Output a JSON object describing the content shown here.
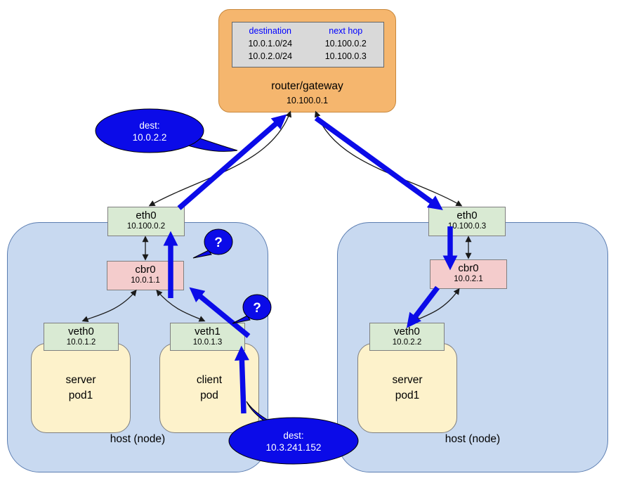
{
  "router": {
    "label": "router/gateway",
    "ip": "10.100.0.1",
    "table": {
      "headers": [
        "destination",
        "next hop"
      ],
      "rows": [
        [
          "10.0.1.0/24",
          "10.100.0.2"
        ],
        [
          "10.0.2.0/24",
          "10.100.0.3"
        ]
      ]
    }
  },
  "left_host": {
    "label": "host (node)",
    "eth0": {
      "label": "eth0",
      "ip": "10.100.0.2"
    },
    "cbr0": {
      "label": "cbr0",
      "ip": "10.0.1.1"
    },
    "veth0": {
      "label": "veth0",
      "ip": "10.0.1.2"
    },
    "veth1": {
      "label": "veth1",
      "ip": "10.0.1.3"
    },
    "server_pod": {
      "line1": "server",
      "line2": "pod1"
    },
    "client_pod": {
      "line1": "client",
      "line2": "pod"
    }
  },
  "right_host": {
    "label": "host (node)",
    "eth0": {
      "label": "eth0",
      "ip": "10.100.0.3"
    },
    "cbr0": {
      "label": "cbr0",
      "ip": "10.0.2.1"
    },
    "veth0": {
      "label": "veth0",
      "ip": "10.0.2.2"
    },
    "server_pod": {
      "line1": "server",
      "line2": "pod1"
    }
  },
  "callouts": {
    "dest_top": {
      "line1": "dest:",
      "line2": "10.0.2.2"
    },
    "dest_bottom": {
      "line1": "dest:",
      "line2": "10.3.241.152"
    },
    "question_mark": "?"
  },
  "colors": {
    "router_fill": "#f5b66e",
    "host_fill": "#c8d9f0",
    "interface_green": "#d9ead3",
    "bridge_pink": "#f4cccc",
    "pod_yellow": "#fdf2cb",
    "table_gray": "#d9d9d9",
    "table_header_blue": "#0000ff",
    "flow_blue": "#0b0be8"
  }
}
